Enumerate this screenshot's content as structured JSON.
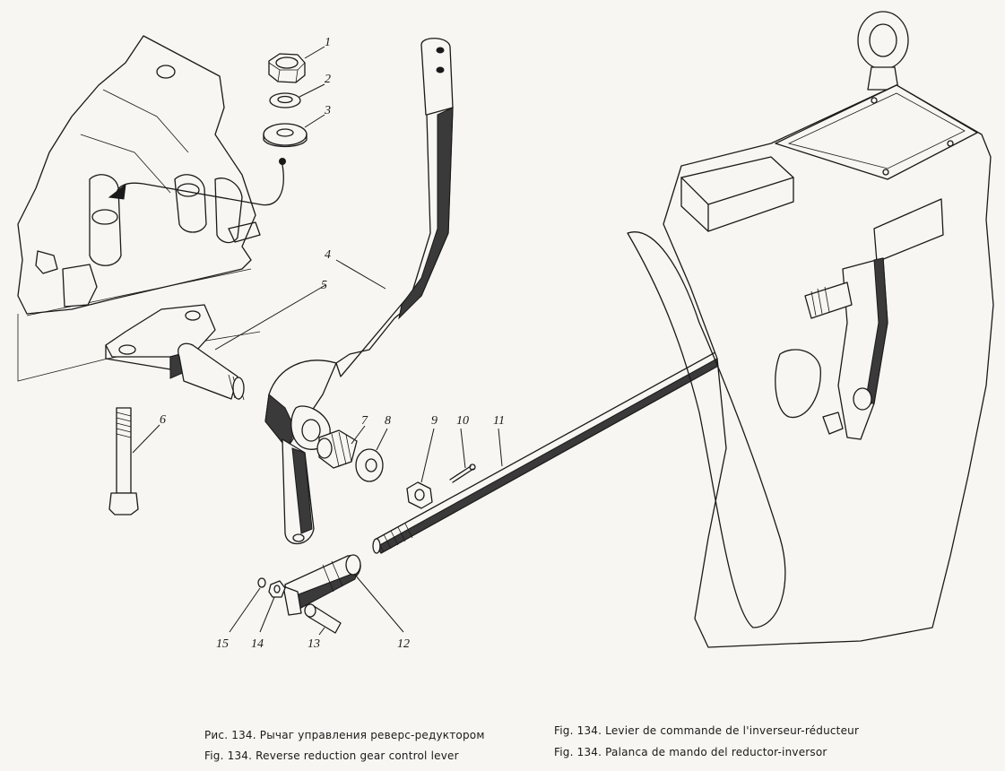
{
  "diagram": {
    "part_labels": [
      "1",
      "2",
      "3",
      "4",
      "5",
      "6",
      "7",
      "8",
      "9",
      "10",
      "11",
      "12",
      "13",
      "14",
      "15"
    ]
  },
  "captions": {
    "ru": "Рис. 134. Рычаг управления реверс-редуктором",
    "en": "Fig. 134. Reverse reduction gear control lever",
    "fr": "Fig. 134. Levier de commande de l'inverseur-réducteur",
    "es": "Fig. 134. Palanca de mando del reductor-inversor"
  }
}
